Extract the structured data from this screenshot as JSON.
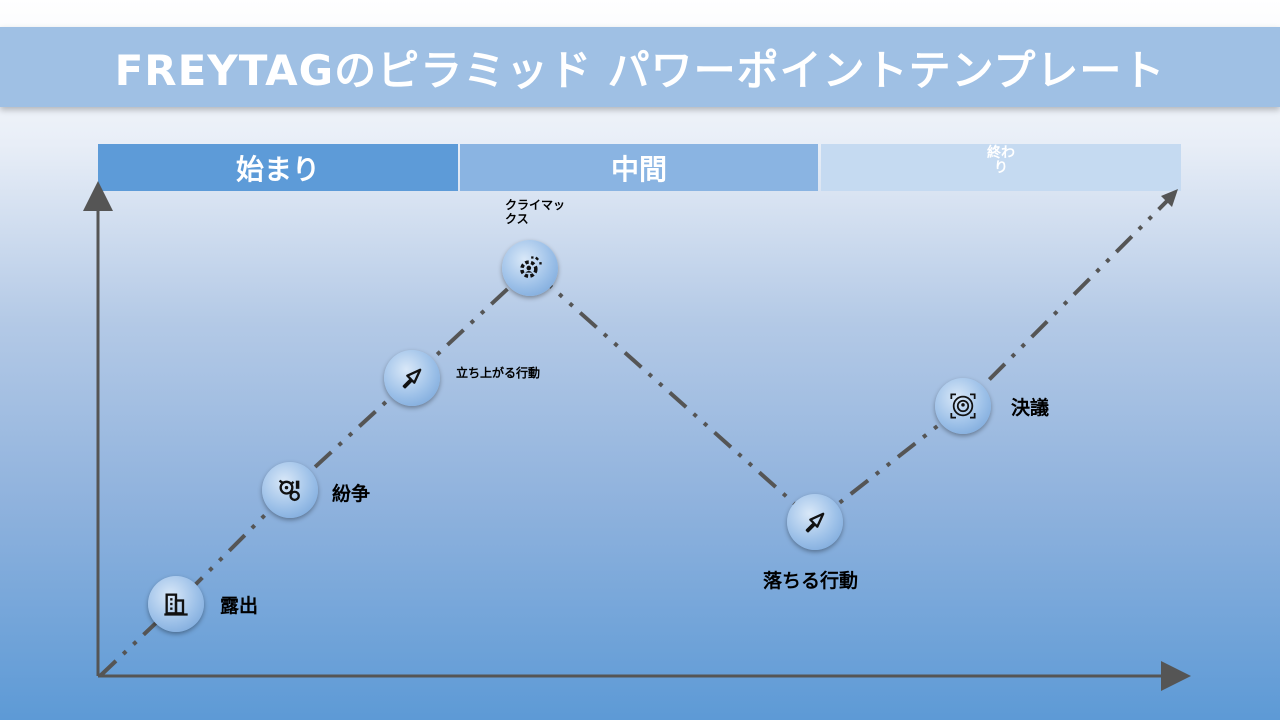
{
  "title": "FREYTAGのピラミッド パワーポイントテンプレート",
  "phases": [
    {
      "label": "始まり"
    },
    {
      "label": "中間"
    },
    {
      "label": "終わり"
    }
  ],
  "stages": [
    {
      "label": "露出",
      "icon": "building-icon"
    },
    {
      "label": "紛争",
      "icon": "gears-conflict-icon"
    },
    {
      "label": "立ち上がる行動",
      "icon": "arrow-up-right-icon"
    },
    {
      "label": "クライマックス",
      "icon": "gear-person-icon"
    },
    {
      "label": "落ちる行動",
      "icon": "arrow-up-right-icon"
    },
    {
      "label": "決議",
      "icon": "target-person-icon"
    }
  ],
  "colors": {
    "title_bar": "#9fc0e4",
    "phase_begin": "#5d9bd8",
    "phase_middle": "#8ab4e2",
    "phase_end": "#c5daf1",
    "axis": "#555555"
  }
}
